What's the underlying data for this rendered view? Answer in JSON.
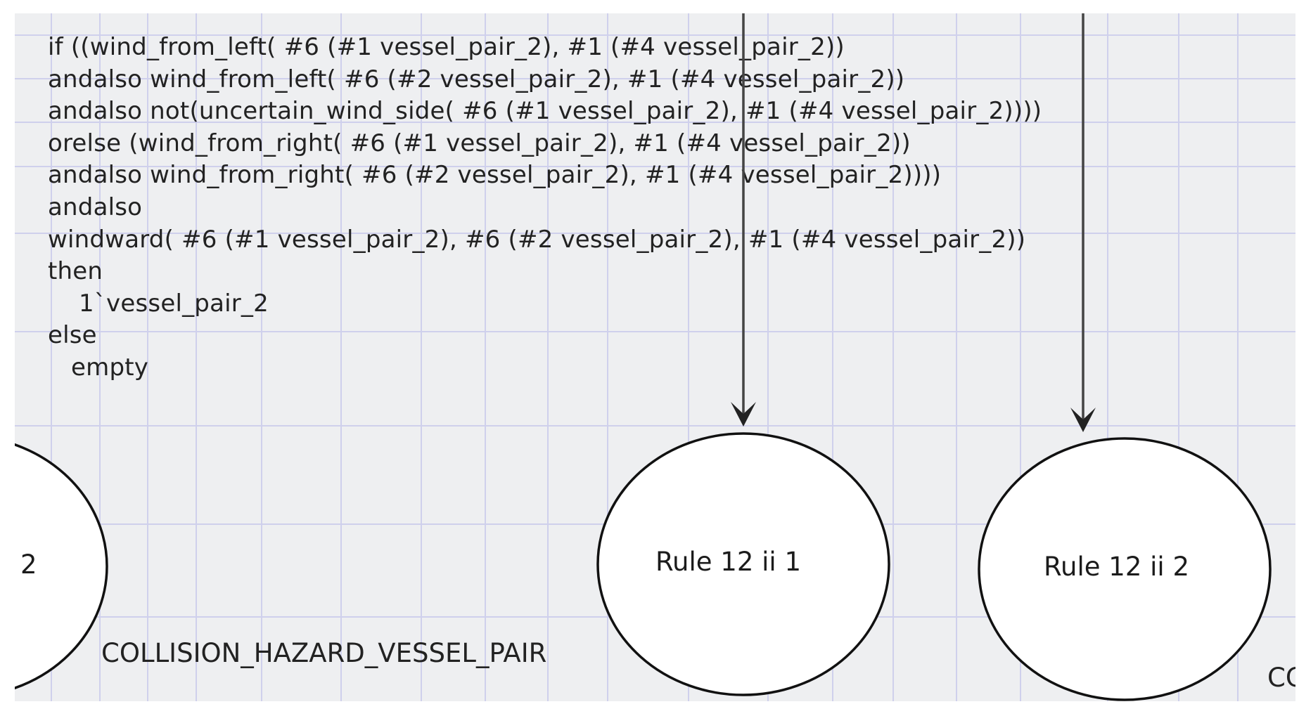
{
  "guard_expression": {
    "lines": [
      "if ((wind_from_left( #6 (#1 vessel_pair_2), #1 (#4 vessel_pair_2))",
      "andalso wind_from_left( #6 (#2 vessel_pair_2), #1 (#4 vessel_pair_2))",
      "andalso not(uncertain_wind_side( #6 (#1 vessel_pair_2), #1 (#4 vessel_pair_2))))",
      "orelse (wind_from_right( #6 (#1 vessel_pair_2), #1 (#4 vessel_pair_2))",
      "andalso wind_from_right( #6 (#2 vessel_pair_2), #1 (#4 vessel_pair_2))))",
      "andalso",
      "windward( #6 (#1 vessel_pair_2), #6 (#2 vessel_pair_2), #1 (#4 vessel_pair_2))",
      "then",
      "    1`vessel_pair_2",
      "else",
      "   empty"
    ]
  },
  "nodes": {
    "left_partial": {
      "label": "2"
    },
    "rule_12_ii_1": {
      "label": "Rule 12 ii 1"
    },
    "rule_12_ii_2": {
      "label": "Rule 12 ii 2"
    }
  },
  "labels": {
    "place_type": "COLLISION_HAZARD_VESSEL_PAIR",
    "right_cut": "CC"
  },
  "colors": {
    "canvas": "#eeeff1",
    "grid": "#cfd0ec",
    "stroke": "#111111",
    "node_fill": "#ffffff",
    "arc": "#444444"
  }
}
